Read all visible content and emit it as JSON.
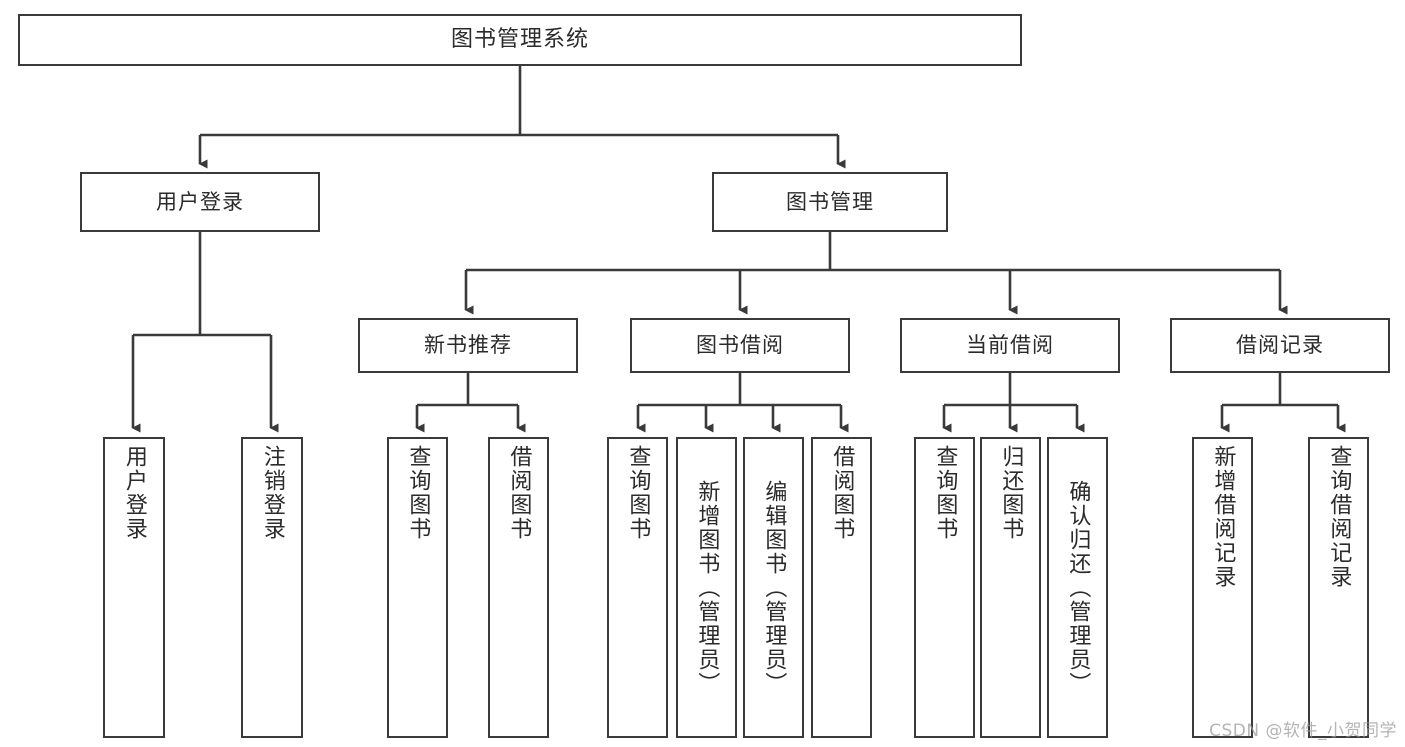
{
  "diagram": {
    "title": "图书管理系统",
    "type": "tree-hierarchy",
    "root": {
      "label": "图书管理系统"
    },
    "level2": [
      {
        "label": "用户登录"
      },
      {
        "label": "图书管理"
      }
    ],
    "level3": [
      {
        "label": "新书推荐"
      },
      {
        "label": "图书借阅"
      },
      {
        "label": "当前借阅"
      },
      {
        "label": "借阅记录"
      }
    ],
    "leaves": {
      "user_login": [
        {
          "label": "用户登录"
        },
        {
          "label": "注销登录"
        }
      ],
      "new_book_recommend": [
        {
          "label": "查询图书"
        },
        {
          "label": "借阅图书"
        }
      ],
      "book_borrow": [
        {
          "label": "查询图书"
        },
        {
          "label": "新增图书（管理员）"
        },
        {
          "label": "编辑图书（管理员）"
        },
        {
          "label": "借阅图书"
        }
      ],
      "current_borrow": [
        {
          "label": "查询图书"
        },
        {
          "label": "归还图书"
        },
        {
          "label": "确认归还（管理员）"
        }
      ],
      "borrow_record": [
        {
          "label": "新增借阅记录"
        },
        {
          "label": "查询借阅记录"
        }
      ]
    }
  },
  "watermark": {
    "text": "CSDN @软件_小贺同学"
  },
  "colors": {
    "stroke": "#3a3a3a",
    "background": "#ffffff",
    "text": "#2b2b2b",
    "watermark": "#9c9c9c"
  }
}
